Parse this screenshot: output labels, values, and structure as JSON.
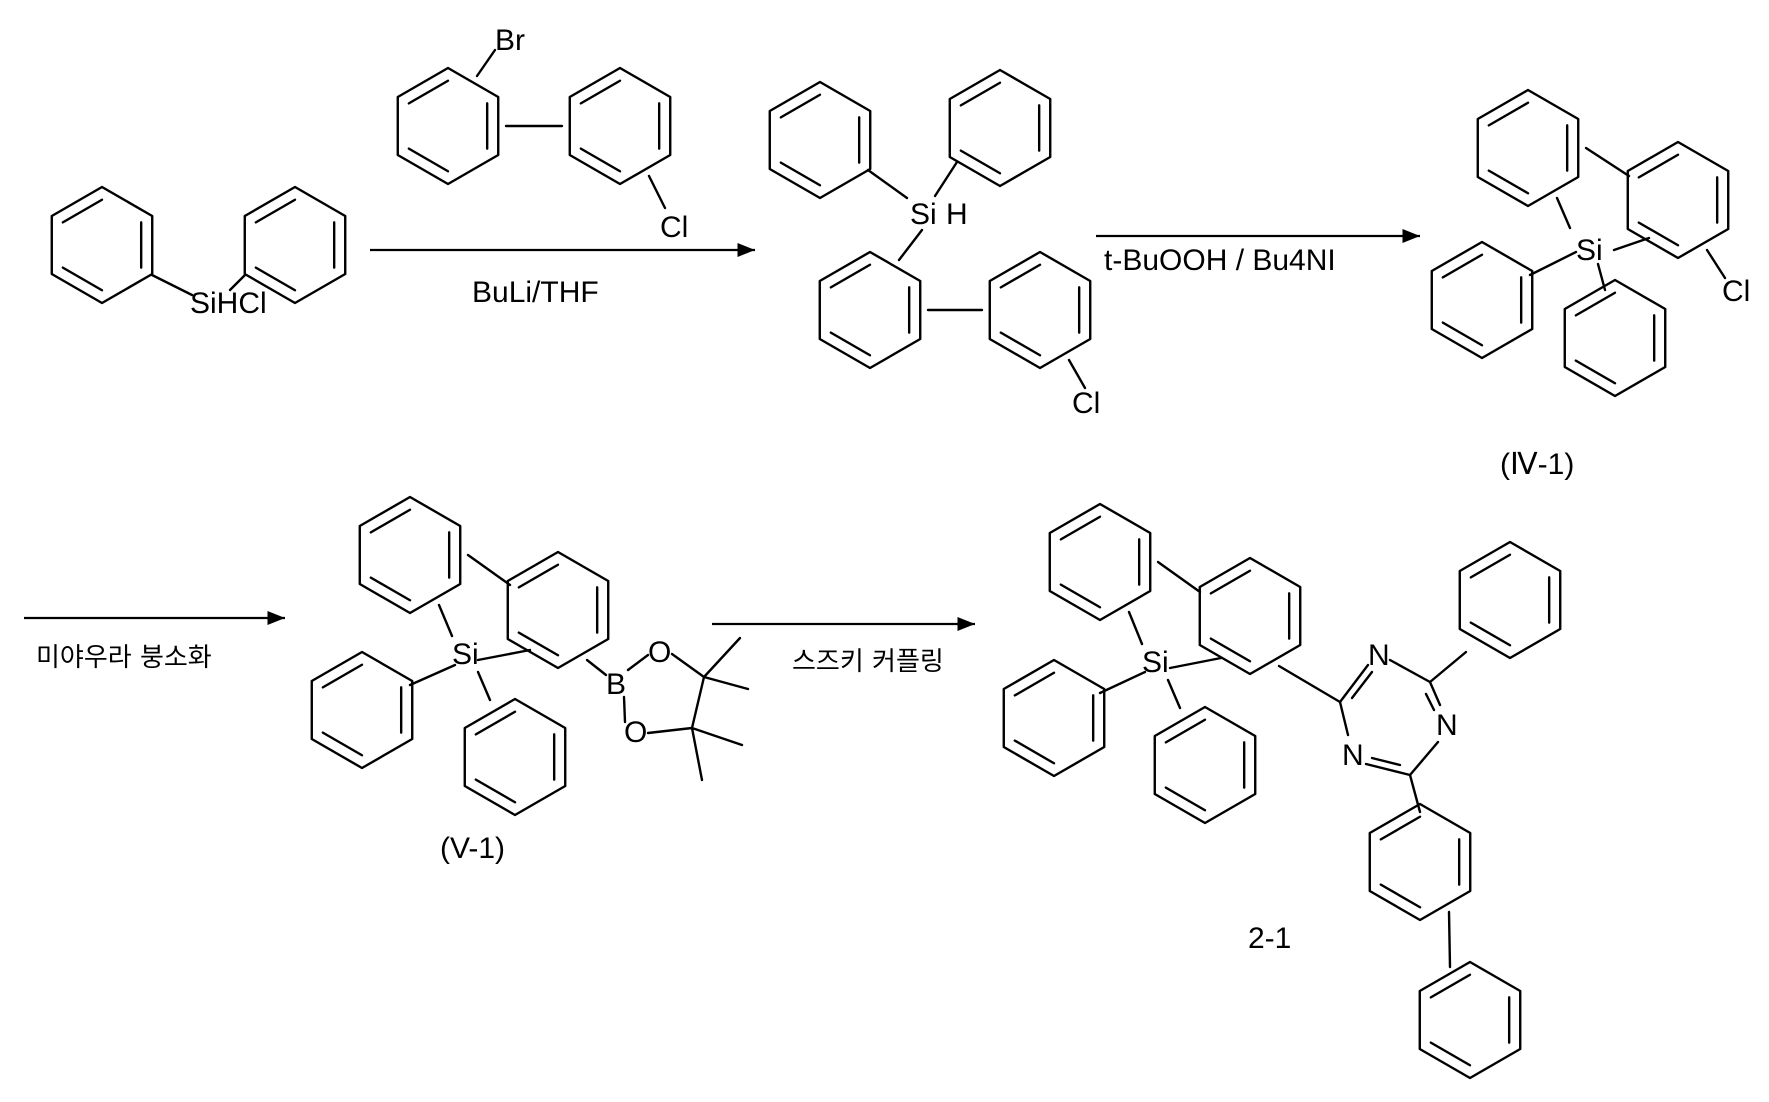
{
  "scheme": {
    "reagents": {
      "step1": "BuLi/THF",
      "step2": "t-BuOOH / Bu4NI",
      "step3": "미야우라 붕소화",
      "step4": "스즈키 커플링"
    },
    "compound_labels": {
      "iv": "(Ⅳ-1)",
      "v": "(V-1)",
      "product": "2-1"
    },
    "atoms": {
      "si_hcl": "SiHCl",
      "si": "Si",
      "h": "H",
      "br": "Br",
      "cl": "Cl",
      "b": "B",
      "o": "O",
      "n": "N"
    }
  }
}
